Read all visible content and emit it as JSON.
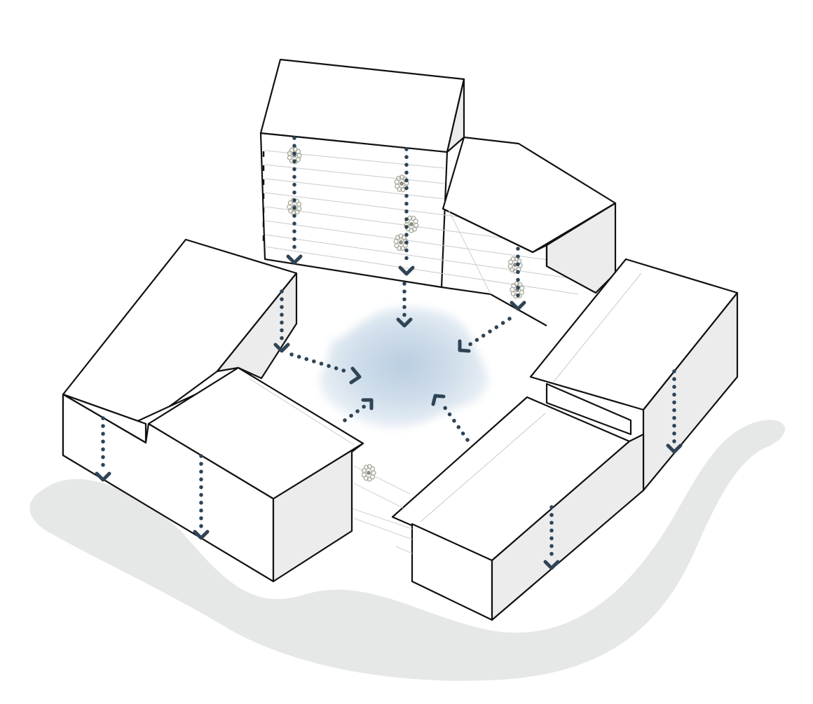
{
  "diagram": {
    "subject": "isometric-courtyard-water-collection",
    "colors": {
      "ground": "#e6e8e8",
      "pond": "#c9d9e8",
      "flow": "#2f4456",
      "building_side": "#ececec",
      "outline": "#111111",
      "plant": "#a7a99a"
    },
    "buildings": [
      {
        "id": "north-tower"
      },
      {
        "id": "northeast-terraced-block"
      },
      {
        "id": "east-block"
      },
      {
        "id": "southeast-block"
      },
      {
        "id": "west-tall-block"
      },
      {
        "id": "southwest-block"
      }
    ],
    "flows": [
      {
        "id": "tower-left-downpipe"
      },
      {
        "id": "tower-right-downpipe"
      },
      {
        "id": "tower-to-pond"
      },
      {
        "id": "terrace-downpipe"
      },
      {
        "id": "terrace-to-pond"
      },
      {
        "id": "west-to-pond"
      },
      {
        "id": "southwest-to-pond"
      },
      {
        "id": "southeast-to-pond"
      },
      {
        "id": "west-wall-downpipe"
      },
      {
        "id": "southwest-wall-downpipe"
      },
      {
        "id": "east-wall-downpipe"
      },
      {
        "id": "southeast-wall-downpipe"
      }
    ]
  }
}
